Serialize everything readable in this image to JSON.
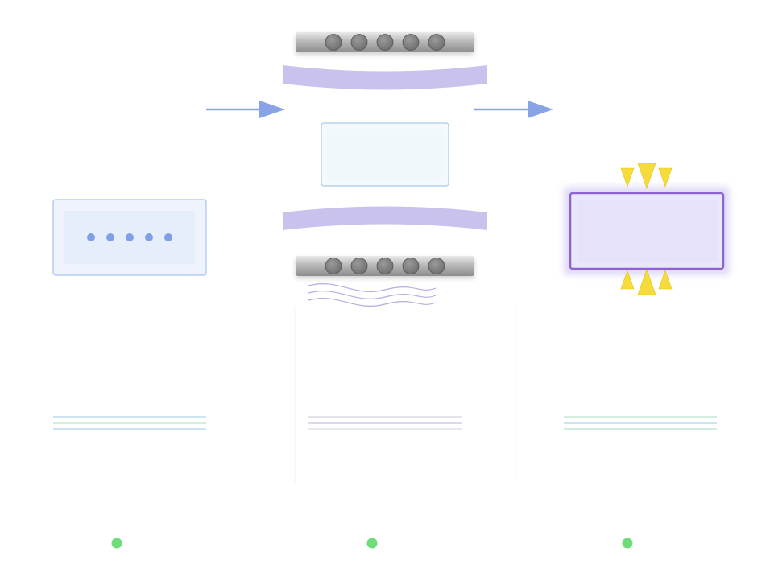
{
  "stages": [
    {
      "id": "stage-1",
      "status_color": "#6fdc7a"
    },
    {
      "id": "stage-2",
      "status_color": "#6fdc7a"
    },
    {
      "id": "stage-3",
      "status_color": "#6fdc7a"
    }
  ],
  "colors": {
    "arrow": "#88a3e6",
    "sheet_fill": "#eef3fd",
    "sheet_border": "#a8c2ee",
    "dot": "#7f9fe8",
    "roller_body": "#a9a9a9",
    "roller_ball": "#7c7c7c",
    "platen": "#c9c2ec",
    "cured_border": "#8e62cf",
    "cured_fill": "#e9e7fb",
    "energy": "#f6dc3a",
    "wave": "#b9a9e0",
    "line_blue": "#9fc4e2",
    "line_green": "#a6dcb8"
  },
  "icons": {
    "arrow": "arrow-right-icon",
    "energy": "lightning-arrow-icon",
    "wave": "wave-icon",
    "status": "status-dot-icon"
  }
}
